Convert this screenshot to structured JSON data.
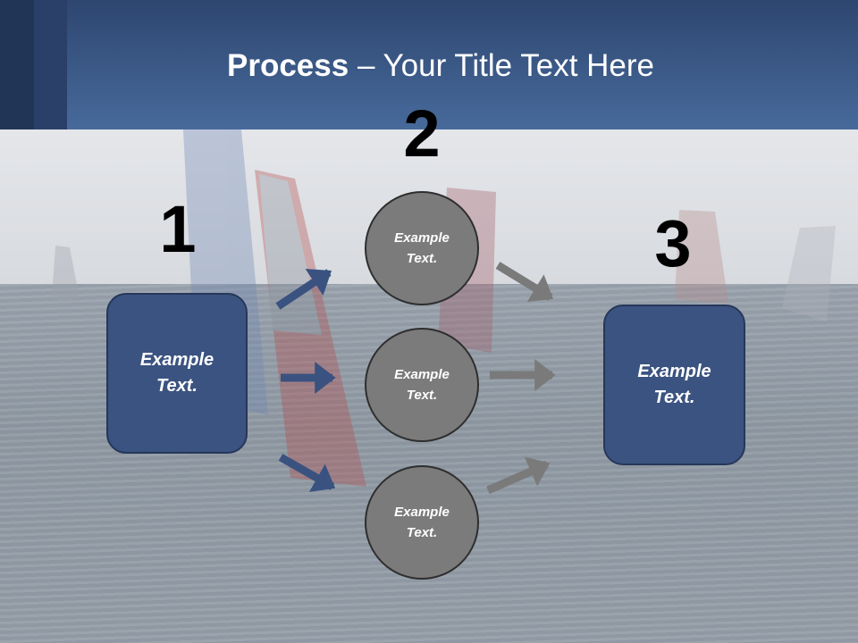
{
  "title": {
    "strong": "Process",
    "rest": " – Your Title Text Here"
  },
  "steps": {
    "one": "1",
    "two": "2",
    "three": "3"
  },
  "boxes": {
    "left": "Example Text.",
    "right": "Example Text."
  },
  "circles": [
    "Example Text.",
    "Example Text.",
    "Example Text."
  ],
  "colors": {
    "header": "#476a9b",
    "box_fill": "#3b5380",
    "circle_fill": "#7b7b7b",
    "arrow_blue": "#3a5280",
    "arrow_gray": "#7a7a7a"
  }
}
